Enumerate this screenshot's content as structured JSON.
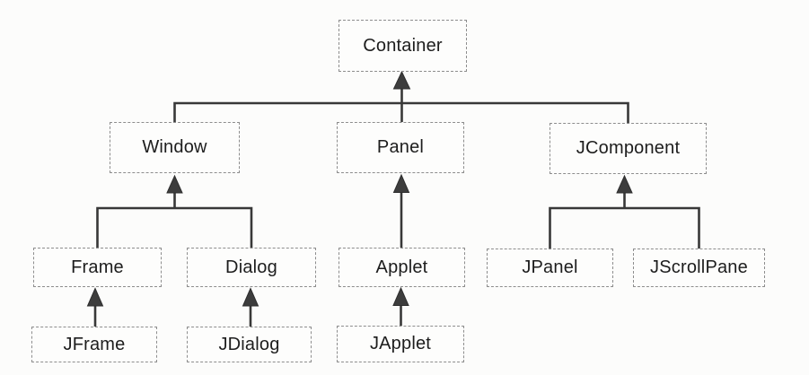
{
  "diagram": {
    "type": "class-hierarchy",
    "nodes": {
      "container": {
        "label": "Container"
      },
      "window": {
        "label": "Window"
      },
      "panel": {
        "label": "Panel"
      },
      "jcomponent": {
        "label": "JComponent"
      },
      "frame": {
        "label": "Frame"
      },
      "dialog": {
        "label": "Dialog"
      },
      "applet": {
        "label": "Applet"
      },
      "jpanel": {
        "label": "JPanel"
      },
      "jscrollpane": {
        "label": "JScrollPane"
      },
      "jframe": {
        "label": "JFrame"
      },
      "jdialog": {
        "label": "JDialog"
      },
      "japplet": {
        "label": "JApplet"
      }
    },
    "edges": [
      {
        "from": "Window",
        "to": "Container",
        "type": "inheritance-arrow"
      },
      {
        "from": "Panel",
        "to": "Container",
        "type": "inheritance-arrow"
      },
      {
        "from": "JComponent",
        "to": "Container",
        "type": "inheritance-arrow"
      },
      {
        "from": "Frame",
        "to": "Window",
        "type": "inheritance-arrow"
      },
      {
        "from": "Dialog",
        "to": "Window",
        "type": "inheritance-arrow"
      },
      {
        "from": "Applet",
        "to": "Panel",
        "type": "inheritance-arrow"
      },
      {
        "from": "JPanel",
        "to": "JComponent",
        "type": "inheritance-arrow"
      },
      {
        "from": "JScrollPane",
        "to": "JComponent",
        "type": "inheritance-arrow"
      },
      {
        "from": "JFrame",
        "to": "Frame",
        "type": "inheritance-arrow"
      },
      {
        "from": "JDialog",
        "to": "Dialog",
        "type": "inheritance-arrow"
      },
      {
        "from": "JApplet",
        "to": "Applet",
        "type": "inheritance-arrow"
      }
    ],
    "colors": {
      "line": "#383838",
      "arrowhead": "#3d3d3d",
      "box_border": "#8d8d8d",
      "text": "#1d1d1d",
      "background": "#fcfcfb"
    }
  }
}
